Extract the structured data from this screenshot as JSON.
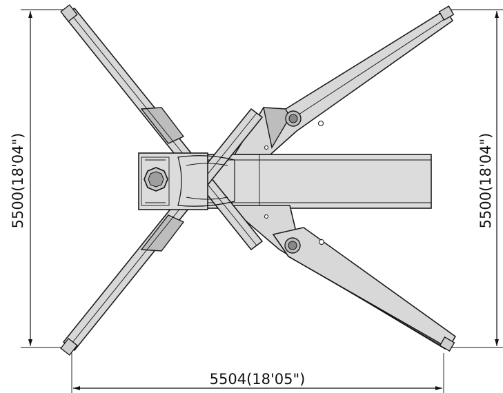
{
  "dimensions": {
    "left_height": "5500(18'04\")",
    "right_height": "5500(18'04\")",
    "bottom_width": "5504(18'05\")"
  }
}
